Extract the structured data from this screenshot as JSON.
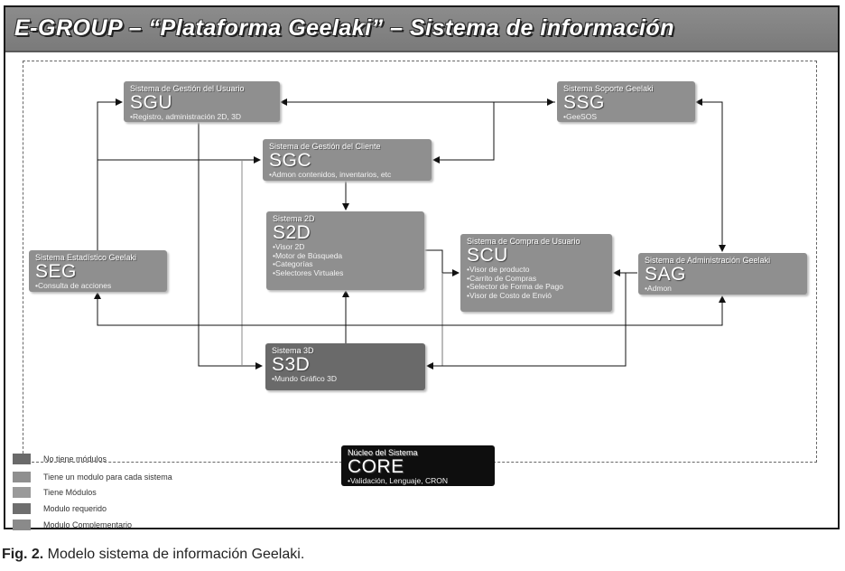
{
  "header": {
    "title": "E-GROUP – “Plataforma Geelaki” – Sistema de información"
  },
  "colors": {
    "module_box": "#8f8f8f",
    "dark_box": "#6a6a6a",
    "core_box": "#0e0e0e",
    "title_bar": "#828282"
  },
  "systems": {
    "sgu": {
      "subtitle": "Sistema de Gestión del Usuario",
      "code": "SGU",
      "items": [
        "•Registro, administración 2D, 3D"
      ]
    },
    "ssg": {
      "subtitle": "Sistema Soporte Geelaki",
      "code": "SSG",
      "items": [
        "•GeeSOS"
      ]
    },
    "sgc": {
      "subtitle": "Sistema de Gestión del Cliente",
      "code": "SGC",
      "items": [
        "•Admon contenidos, inventarios, etc"
      ]
    },
    "s2d": {
      "subtitle": "Sistema 2D",
      "code": "S2D",
      "items": [
        "•Visor 2D",
        "•Motor de Búsqueda",
        "•Categorías",
        "•Selectores Virtuales"
      ]
    },
    "scu": {
      "subtitle": "Sistema de Compra de Usuario",
      "code": "SCU",
      "items": [
        "•Visor de producto",
        "•Carrito de Compras",
        "•Selector de Forma de Pago",
        "•Visor de Costo de Envió"
      ]
    },
    "seg": {
      "subtitle": "Sistema Estadístico Geelaki",
      "code": "SEG",
      "items": [
        "•Consulta de acciones"
      ]
    },
    "sag": {
      "subtitle": "Sistema de Administración Geelaki",
      "code": "SAG",
      "items": [
        "•Admon"
      ]
    },
    "s3d": {
      "subtitle": "Sistema 3D",
      "code": "S3D",
      "items": [
        "•Mundo Gráfico 3D"
      ]
    },
    "core": {
      "subtitle": "Núcleo del Sistema",
      "code": "CORE",
      "items": [
        "•Validación, Lenguaje, CRON"
      ]
    }
  },
  "legend": [
    {
      "label": "No tiene módulos",
      "color": "#6a6a6a"
    },
    {
      "label": "Tiene un modulo para cada sistema",
      "color": "#8f8f8f"
    },
    {
      "label": "Tiene Módulos",
      "color": "#9a9a9a"
    },
    {
      "label": "Modulo requerido",
      "color": "#6e6e6e"
    },
    {
      "label": "Modulo Complementario",
      "color": "#8a8a8a"
    }
  ],
  "caption": {
    "label": "Fig. 2.",
    "text": " Modelo sistema de información Geelaki."
  }
}
